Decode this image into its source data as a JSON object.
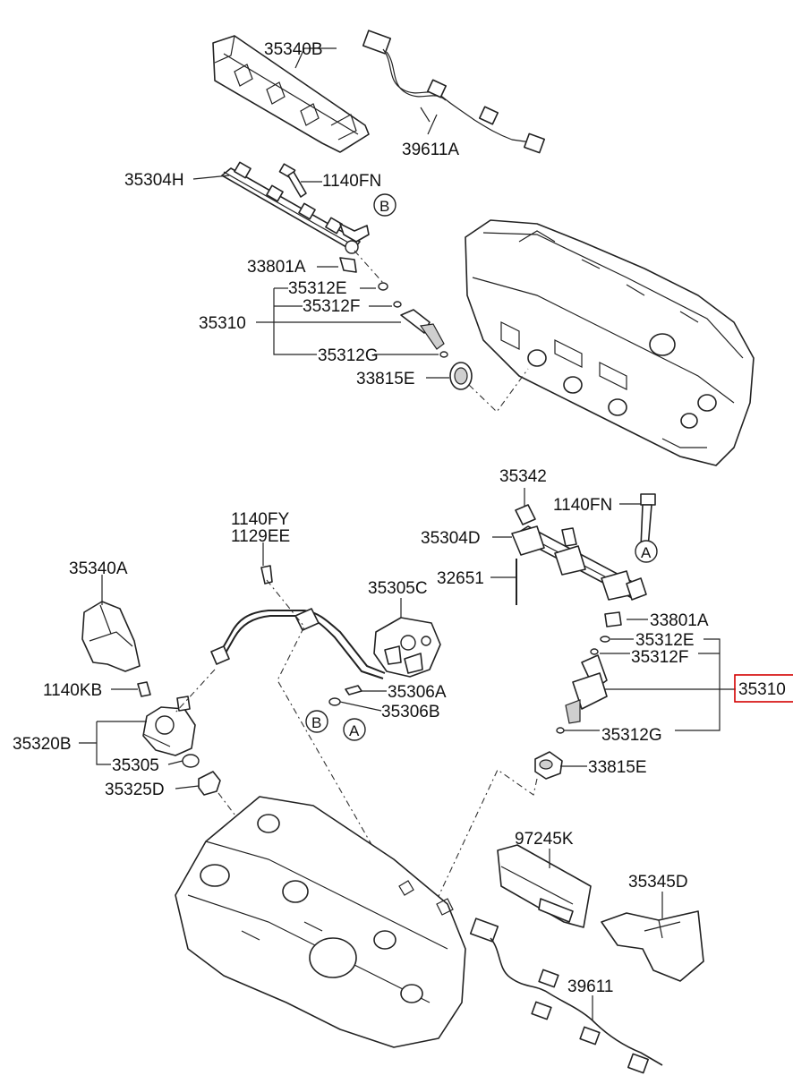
{
  "labels": {
    "p35340B": "35340B",
    "p39611A": "39611A",
    "p35304H": "35304H",
    "p1140FN_top": "1140FN",
    "pB_top": "B",
    "p33801A_top": "33801A",
    "p35312E_top": "35312E",
    "p35312F_top": "35312F",
    "p35310_top": "35310",
    "p35312G_top": "35312G",
    "p33815E_top": "33815E",
    "p35342": "35342",
    "p1140FN_right": "1140FN",
    "p35304D": "35304D",
    "pA_right": "A",
    "p32651": "32651",
    "p33801A_right": "33801A",
    "p35312E_right": "35312E",
    "p35312F_right": "35312F",
    "p35310_right": "35310",
    "p35312G_right": "35312G",
    "p33815E_right": "33815E",
    "p1140FY": "1140FY",
    "p1129EE": "1129EE",
    "p35305C": "35305C",
    "p35340A": "35340A",
    "p35306A": "35306A",
    "p35306B": "35306B",
    "pB_left": "B",
    "pA_left": "A",
    "p1140KB": "1140KB",
    "p35320B": "35320B",
    "p35305": "35305",
    "p35325D": "35325D",
    "p97245K": "97245K",
    "p35345D": "35345D",
    "p39611": "39611"
  },
  "highlight": {
    "part": "35310",
    "color": "#d40000"
  }
}
